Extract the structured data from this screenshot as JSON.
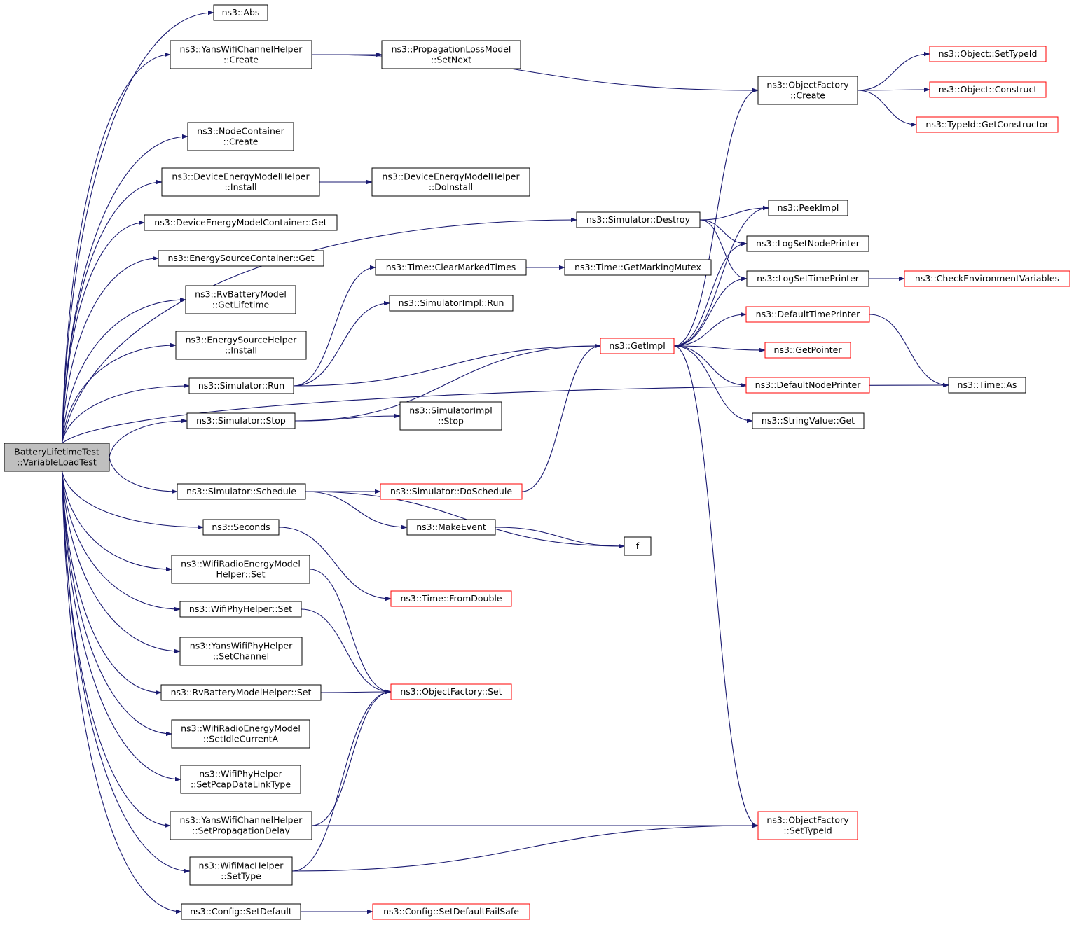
{
  "colors": {
    "edge": "#191970",
    "black_border": "#000000",
    "red_border": "#ff0000",
    "root_fill": "#bfbfbf",
    "node_fill": "#ffffff"
  },
  "nodes": [
    {
      "id": "root",
      "lines": [
        "BatteryLifetimeTest",
        "::VariableLoadTest"
      ],
      "style": "root"
    },
    {
      "id": "abs",
      "lines": [
        "ns3::Abs"
      ],
      "style": "black"
    },
    {
      "id": "yans_create",
      "lines": [
        "ns3::YansWifiChannelHelper",
        "::Create"
      ],
      "style": "black"
    },
    {
      "id": "nodecont_create",
      "lines": [
        "ns3::NodeContainer",
        "::Create"
      ],
      "style": "black"
    },
    {
      "id": "demh_install",
      "lines": [
        "ns3::DeviceEnergyModelHelper",
        "::Install"
      ],
      "style": "black"
    },
    {
      "id": "demc_get",
      "lines": [
        "ns3::DeviceEnergyModelContainer::Get"
      ],
      "style": "black"
    },
    {
      "id": "esc_get",
      "lines": [
        "ns3::EnergySourceContainer::Get"
      ],
      "style": "black"
    },
    {
      "id": "rv_getlifetime",
      "lines": [
        "ns3::RvBatteryModel",
        "::GetLifetime"
      ],
      "style": "black"
    },
    {
      "id": "esh_install",
      "lines": [
        "ns3::EnergySourceHelper",
        "::Install"
      ],
      "style": "black"
    },
    {
      "id": "sim_run",
      "lines": [
        "ns3::Simulator::Run"
      ],
      "style": "black"
    },
    {
      "id": "sim_stop",
      "lines": [
        "ns3::Simulator::Stop"
      ],
      "style": "black"
    },
    {
      "id": "sim_schedule",
      "lines": [
        "ns3::Simulator::Schedule"
      ],
      "style": "black"
    },
    {
      "id": "seconds",
      "lines": [
        "ns3::Seconds"
      ],
      "style": "black"
    },
    {
      "id": "wremh_set",
      "lines": [
        "ns3::WifiRadioEnergyModel",
        "Helper::Set"
      ],
      "style": "black"
    },
    {
      "id": "wph_set",
      "lines": [
        "ns3::WifiPhyHelper::Set"
      ],
      "style": "black"
    },
    {
      "id": "ywph_setchannel",
      "lines": [
        "ns3::YansWifiPhyHelper",
        "::SetChannel"
      ],
      "style": "black"
    },
    {
      "id": "rvbmh_set",
      "lines": [
        "ns3::RvBatteryModelHelper::Set"
      ],
      "style": "black"
    },
    {
      "id": "wrem_setidle",
      "lines": [
        "ns3::WifiRadioEnergyModel",
        "::SetIdleCurrentA"
      ],
      "style": "black"
    },
    {
      "id": "wph_setpcap",
      "lines": [
        "ns3::WifiPhyHelper",
        "::SetPcapDataLinkType"
      ],
      "style": "black"
    },
    {
      "id": "ywch_setprop",
      "lines": [
        "ns3::YansWifiChannelHelper",
        "::SetPropagationDelay"
      ],
      "style": "black"
    },
    {
      "id": "wmh_settype",
      "lines": [
        "ns3::WifiMacHelper",
        "::SetType"
      ],
      "style": "black"
    },
    {
      "id": "cfg_setdefault",
      "lines": [
        "ns3::Config::SetDefault"
      ],
      "style": "black"
    },
    {
      "id": "plm_setnext",
      "lines": [
        "ns3::PropagationLossModel",
        "::SetNext"
      ],
      "style": "black"
    },
    {
      "id": "demh_doinstall",
      "lines": [
        "ns3::DeviceEnergyModelHelper",
        "::DoInstall"
      ],
      "style": "black"
    },
    {
      "id": "time_clearmarked",
      "lines": [
        "ns3::Time::ClearMarkedTimes"
      ],
      "style": "black"
    },
    {
      "id": "simimpl_run",
      "lines": [
        "ns3::SimulatorImpl::Run"
      ],
      "style": "black"
    },
    {
      "id": "simimpl_stop",
      "lines": [
        "ns3::SimulatorImpl",
        "::Stop"
      ],
      "style": "black"
    },
    {
      "id": "sim_doschedule",
      "lines": [
        "ns3::Simulator::DoSchedule"
      ],
      "style": "red"
    },
    {
      "id": "makeevent",
      "lines": [
        "ns3::MakeEvent"
      ],
      "style": "black"
    },
    {
      "id": "time_fromdouble",
      "lines": [
        "ns3::Time::FromDouble"
      ],
      "style": "red"
    },
    {
      "id": "of_set",
      "lines": [
        "ns3::ObjectFactory::Set"
      ],
      "style": "red"
    },
    {
      "id": "cfg_setdefaultfailsafe",
      "lines": [
        "ns3::Config::SetDefaultFailSafe"
      ],
      "style": "red"
    },
    {
      "id": "sim_destroy",
      "lines": [
        "ns3::Simulator::Destroy"
      ],
      "style": "black"
    },
    {
      "id": "time_getmarkingmutex",
      "lines": [
        "ns3::Time::GetMarkingMutex"
      ],
      "style": "black"
    },
    {
      "id": "getimpl",
      "lines": [
        "ns3::GetImpl"
      ],
      "style": "red"
    },
    {
      "id": "f",
      "lines": [
        "f"
      ],
      "style": "black"
    },
    {
      "id": "of_create",
      "lines": [
        "ns3::ObjectFactory",
        "::Create"
      ],
      "style": "black"
    },
    {
      "id": "peekimpl",
      "lines": [
        "ns3::PeekImpl"
      ],
      "style": "black"
    },
    {
      "id": "logsetnodeprinter",
      "lines": [
        "ns3::LogSetNodePrinter"
      ],
      "style": "black"
    },
    {
      "id": "logsettimeprinter",
      "lines": [
        "ns3::LogSetTimePrinter"
      ],
      "style": "black"
    },
    {
      "id": "defaulttimeprinter",
      "lines": [
        "ns3::DefaultTimePrinter"
      ],
      "style": "red"
    },
    {
      "id": "getpointer",
      "lines": [
        "ns3::GetPointer"
      ],
      "style": "red"
    },
    {
      "id": "defaultnodeprinter",
      "lines": [
        "ns3::DefaultNodePrinter"
      ],
      "style": "red"
    },
    {
      "id": "stringvalue_get",
      "lines": [
        "ns3::StringValue::Get"
      ],
      "style": "black"
    },
    {
      "id": "of_settypeid",
      "lines": [
        "ns3::ObjectFactory",
        "::SetTypeId"
      ],
      "style": "red"
    },
    {
      "id": "obj_settypeid",
      "lines": [
        "ns3::Object::SetTypeId"
      ],
      "style": "red"
    },
    {
      "id": "obj_construct",
      "lines": [
        "ns3::Object::Construct"
      ],
      "style": "red"
    },
    {
      "id": "typeid_getconstructor",
      "lines": [
        "ns3::TypeId::GetConstructor"
      ],
      "style": "red"
    },
    {
      "id": "checkenv",
      "lines": [
        "ns3::CheckEnvironmentVariables"
      ],
      "style": "red"
    },
    {
      "id": "time_as",
      "lines": [
        "ns3::Time::As"
      ],
      "style": "black"
    }
  ],
  "edges": [
    [
      "root",
      "abs"
    ],
    [
      "root",
      "yans_create"
    ],
    [
      "root",
      "sim_destroy"
    ],
    [
      "root",
      "nodecont_create"
    ],
    [
      "root",
      "demh_install"
    ],
    [
      "root",
      "demc_get"
    ],
    [
      "root",
      "esc_get"
    ],
    [
      "root",
      "rv_getlifetime"
    ],
    [
      "root",
      "esh_install"
    ],
    [
      "root",
      "sim_run"
    ],
    [
      "root",
      "sim_stop"
    ],
    [
      "root",
      "time_as"
    ],
    [
      "root",
      "sim_schedule"
    ],
    [
      "root",
      "seconds"
    ],
    [
      "root",
      "wremh_set"
    ],
    [
      "root",
      "wph_set"
    ],
    [
      "root",
      "ywph_setchannel"
    ],
    [
      "root",
      "rvbmh_set"
    ],
    [
      "root",
      "wrem_setidle"
    ],
    [
      "root",
      "wph_setpcap"
    ],
    [
      "root",
      "ywch_setprop"
    ],
    [
      "root",
      "wmh_settype"
    ],
    [
      "root",
      "cfg_setdefault"
    ],
    [
      "yans_create",
      "plm_setnext"
    ],
    [
      "yans_create",
      "of_create"
    ],
    [
      "demh_install",
      "demh_doinstall"
    ],
    [
      "sim_run",
      "time_clearmarked"
    ],
    [
      "sim_run",
      "simimpl_run"
    ],
    [
      "sim_run",
      "getimpl"
    ],
    [
      "sim_stop",
      "simimpl_stop"
    ],
    [
      "sim_stop",
      "getimpl"
    ],
    [
      "sim_schedule",
      "sim_doschedule"
    ],
    [
      "sim_schedule",
      "makeevent"
    ],
    [
      "sim_schedule",
      "f"
    ],
    [
      "seconds",
      "time_fromdouble"
    ],
    [
      "wremh_set",
      "of_set"
    ],
    [
      "wph_set",
      "of_set"
    ],
    [
      "rvbmh_set",
      "of_set"
    ],
    [
      "ywch_setprop",
      "of_set"
    ],
    [
      "ywch_setprop",
      "of_settypeid"
    ],
    [
      "wmh_settype",
      "of_set"
    ],
    [
      "wmh_settype",
      "of_settypeid"
    ],
    [
      "cfg_setdefault",
      "cfg_setdefaultfailsafe"
    ],
    [
      "time_clearmarked",
      "time_getmarkingmutex"
    ],
    [
      "sim_doschedule",
      "getimpl"
    ],
    [
      "makeevent",
      "f"
    ],
    [
      "sim_destroy",
      "peekimpl"
    ],
    [
      "sim_destroy",
      "logsetnodeprinter"
    ],
    [
      "sim_destroy",
      "logsettimeprinter"
    ],
    [
      "getimpl",
      "of_create"
    ],
    [
      "getimpl",
      "peekimpl"
    ],
    [
      "getimpl",
      "logsetnodeprinter"
    ],
    [
      "getimpl",
      "logsettimeprinter"
    ],
    [
      "getimpl",
      "defaulttimeprinter"
    ],
    [
      "getimpl",
      "getpointer"
    ],
    [
      "getimpl",
      "defaultnodeprinter"
    ],
    [
      "getimpl",
      "stringvalue_get"
    ],
    [
      "getimpl",
      "of_settypeid"
    ],
    [
      "of_create",
      "obj_settypeid"
    ],
    [
      "of_create",
      "obj_construct"
    ],
    [
      "of_create",
      "typeid_getconstructor"
    ],
    [
      "logsettimeprinter",
      "checkenv"
    ],
    [
      "defaulttimeprinter",
      "time_as"
    ]
  ]
}
